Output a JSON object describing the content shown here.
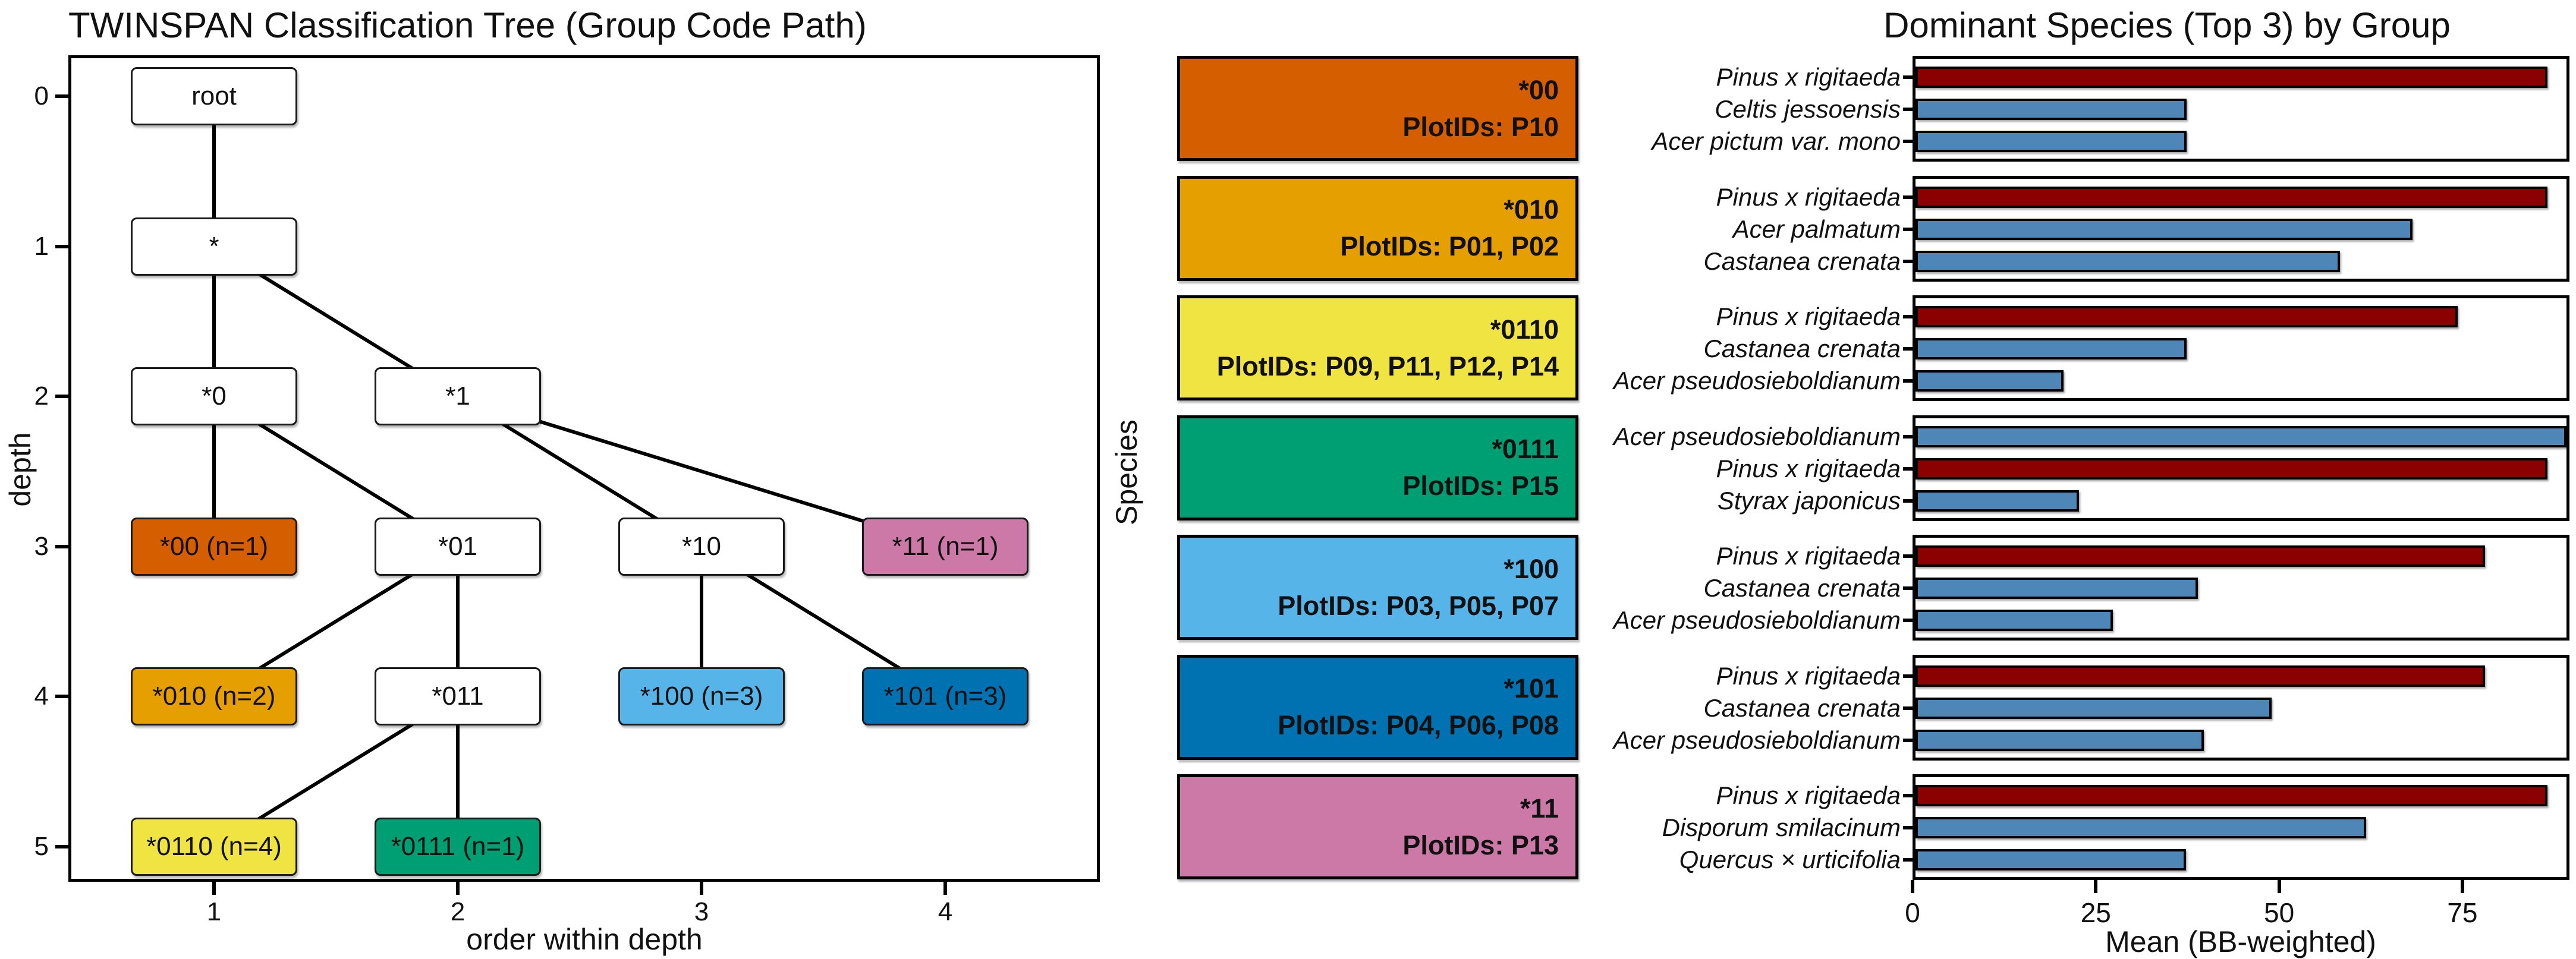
{
  "chart_data": [
    {
      "type": "table",
      "panel": "twinspan-tree",
      "title": "TWINSPAN Classification Tree (Group Code Path)",
      "xlabel": "order within depth",
      "ylabel": "depth",
      "x_ticks": [
        "1",
        "2",
        "3",
        "4"
      ],
      "y_ticks": [
        "0",
        "1",
        "2",
        "3",
        "4",
        "5"
      ],
      "grid": false,
      "nodes": [
        {
          "label": "root",
          "depth": 0,
          "order": 1,
          "fill": "#FFFFFF"
        },
        {
          "label": "*",
          "depth": 1,
          "order": 1,
          "fill": "#FFFFFF"
        },
        {
          "label": "*0",
          "depth": 2,
          "order": 1,
          "fill": "#FFFFFF"
        },
        {
          "label": "*1",
          "depth": 2,
          "order": 2,
          "fill": "#FFFFFF"
        },
        {
          "label": "*00 (n=1)",
          "depth": 3,
          "order": 1,
          "fill": "#D55E00"
        },
        {
          "label": "*01",
          "depth": 3,
          "order": 2,
          "fill": "#FFFFFF"
        },
        {
          "label": "*10",
          "depth": 3,
          "order": 3,
          "fill": "#FFFFFF"
        },
        {
          "label": "*11 (n=1)",
          "depth": 3,
          "order": 4,
          "fill": "#CC79A7"
        },
        {
          "label": "*010 (n=2)",
          "depth": 4,
          "order": 1,
          "fill": "#E69F00"
        },
        {
          "label": "*011",
          "depth": 4,
          "order": 2,
          "fill": "#FFFFFF"
        },
        {
          "label": "*100 (n=3)",
          "depth": 4,
          "order": 3,
          "fill": "#56B4E9"
        },
        {
          "label": "*101 (n=3)",
          "depth": 4,
          "order": 4,
          "fill": "#0072B2"
        },
        {
          "label": "*0110 (n=4)",
          "depth": 5,
          "order": 1,
          "fill": "#F0E442"
        },
        {
          "label": "*0111 (n=1)",
          "depth": 5,
          "order": 2,
          "fill": "#009E73"
        }
      ],
      "edges": [
        [
          0,
          1
        ],
        [
          1,
          2
        ],
        [
          1,
          3
        ],
        [
          2,
          4
        ],
        [
          2,
          5
        ],
        [
          3,
          6
        ],
        [
          3,
          7
        ],
        [
          5,
          8
        ],
        [
          5,
          9
        ],
        [
          6,
          10
        ],
        [
          6,
          11
        ],
        [
          9,
          12
        ],
        [
          9,
          13
        ]
      ]
    },
    {
      "type": "bar",
      "panel": "dominant-species",
      "title": "Dominant Species (Top 3) by Group",
      "xlabel": "Mean (BB-weighted)",
      "ylabel": "Species",
      "x_ticks": [
        0,
        25,
        50,
        75
      ],
      "xlim": [
        0,
        89.6
      ],
      "grid": false,
      "legend_position": "left-strips",
      "bar_colors": {
        "highlight": "#8B0000",
        "default": "#4E86B8"
      },
      "facets": [
        {
          "group": "*00",
          "plots": "PlotIDs: P10",
          "color": "#D55E00",
          "bars": [
            {
              "species": "Pinus x rigitaeda",
              "value": 87.0,
              "highlight": true
            },
            {
              "species": "Celtis jessoensis",
              "value": 37.3,
              "highlight": false
            },
            {
              "species": "Acer pictum var. mono",
              "value": 37.3,
              "highlight": false
            }
          ]
        },
        {
          "group": "*010",
          "plots": "PlotIDs: P01, P02",
          "color": "#E69F00",
          "bars": [
            {
              "species": "Pinus x rigitaeda",
              "value": 87.0,
              "highlight": true
            },
            {
              "species": "Acer palmatum",
              "value": 68.4,
              "highlight": false
            },
            {
              "species": "Castanea crenata",
              "value": 58.4,
              "highlight": false
            }
          ]
        },
        {
          "group": "*0110",
          "plots": "PlotIDs: P09, P11, P12, P14",
          "color": "#F0E442",
          "bars": [
            {
              "species": "Pinus x rigitaeda",
              "value": 74.6,
              "highlight": true
            },
            {
              "species": "Castanea crenata",
              "value": 37.3,
              "highlight": false
            },
            {
              "species": "Acer pseudosieboldianum",
              "value": 20.4,
              "highlight": false
            }
          ]
        },
        {
          "group": "*0111",
          "plots": "PlotIDs: P15",
          "color": "#009E73",
          "bars": [
            {
              "species": "Acer pseudosieboldianum",
              "value": 89.6,
              "highlight": false
            },
            {
              "species": "Pinus x rigitaeda",
              "value": 87.0,
              "highlight": true
            },
            {
              "species": "Styrax japonicus",
              "value": 22.5,
              "highlight": false
            }
          ]
        },
        {
          "group": "*100",
          "plots": "PlotIDs: P03, P05, P07",
          "color": "#56B4E9",
          "bars": [
            {
              "species": "Pinus x rigitaeda",
              "value": 78.4,
              "highlight": true
            },
            {
              "species": "Castanea crenata",
              "value": 38.9,
              "highlight": false
            },
            {
              "species": "Acer pseudosieboldianum",
              "value": 27.2,
              "highlight": false
            }
          ]
        },
        {
          "group": "*101",
          "plots": "PlotIDs: P04, P06, P08",
          "color": "#0072B2",
          "bars": [
            {
              "species": "Pinus x rigitaeda",
              "value": 78.4,
              "highlight": true
            },
            {
              "species": "Castanea crenata",
              "value": 49.0,
              "highlight": false
            },
            {
              "species": "Acer pseudosieboldianum",
              "value": 39.7,
              "highlight": false
            }
          ]
        },
        {
          "group": "*11",
          "plots": "PlotIDs: P13",
          "color": "#CC79A7",
          "bars": [
            {
              "species": "Pinus x rigitaeda",
              "value": 87.0,
              "highlight": true
            },
            {
              "species": "Disporum smilacinum",
              "value": 62.0,
              "highlight": false
            },
            {
              "species": "Quercus × urticifolia",
              "value": 37.2,
              "highlight": false
            }
          ]
        }
      ]
    }
  ]
}
